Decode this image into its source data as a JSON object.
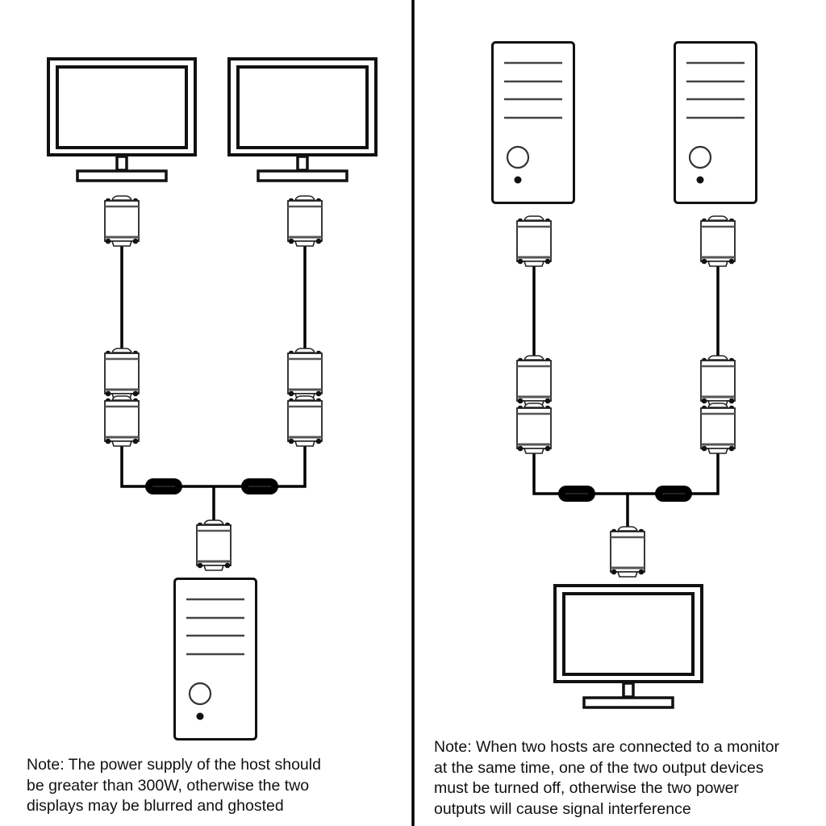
{
  "colors": {
    "background": "#ffffff",
    "line": "#000000",
    "device_stroke": "#111111",
    "tower_lines": "#444444",
    "connector_band": "#555555"
  },
  "panels": [
    {
      "id": "left",
      "title_semantic": "one-host-two-monitors",
      "top_devices": [
        {
          "type": "monitor",
          "icon": "monitor-icon"
        },
        {
          "type": "monitor",
          "icon": "monitor-icon"
        }
      ],
      "bottom_device": {
        "type": "pc-tower",
        "icon": "pc-tower-icon"
      },
      "cable": "vga-splitter-cable",
      "note_lines": [
        "Note: The power supply of the host should",
        "be greater than 300W, otherwise the two",
        "displays may be blurred and ghosted"
      ]
    },
    {
      "id": "right",
      "title_semantic": "two-hosts-one-monitor",
      "top_devices": [
        {
          "type": "pc-tower",
          "icon": "pc-tower-icon"
        },
        {
          "type": "pc-tower",
          "icon": "pc-tower-icon"
        }
      ],
      "bottom_device": {
        "type": "monitor",
        "icon": "monitor-icon"
      },
      "cable": "vga-splitter-cable",
      "note_lines": [
        "Note: When two hosts are connected to a monitor",
        "at the same time, one of the two output devices",
        "must be turned off, otherwise the two power",
        "outputs will cause signal interference"
      ]
    }
  ]
}
